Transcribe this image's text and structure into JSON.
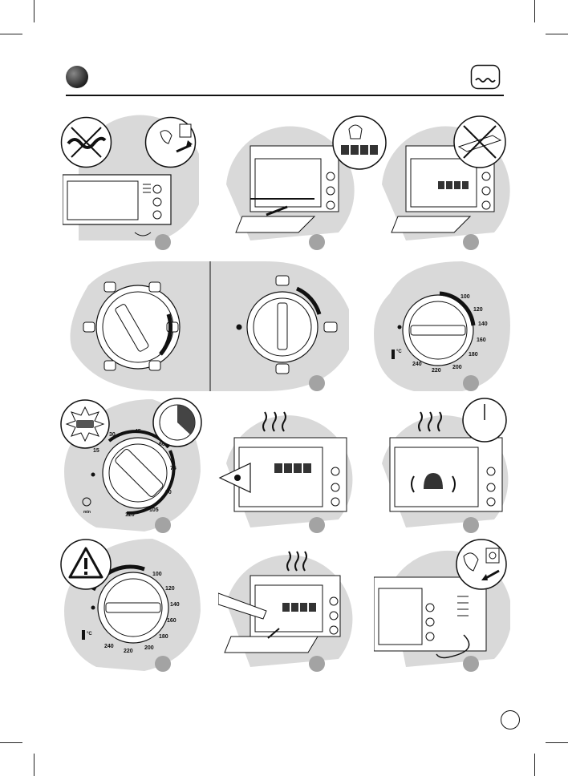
{
  "timer_scale": [
    "15",
    "30",
    "45",
    "60",
    "75",
    "90",
    "105",
    "120"
  ],
  "timer_unit": "min",
  "temperature_scale": [
    "100",
    "120",
    "140",
    "160",
    "180",
    "200",
    "220",
    "240"
  ],
  "temperature_unit": "°C",
  "colors": {
    "panel_gray": "#d9d9d9",
    "badge_gray": "#a3a3a3",
    "line": "#111111"
  },
  "icons": [
    "cord-crossed-icon",
    "plug-in-icon",
    "oven-icon",
    "rack-icon",
    "tray-icon",
    "eye-icon",
    "timer-clock-icon",
    "bell-icon",
    "warning-icon",
    "thermometer-icon",
    "steam-icon"
  ]
}
